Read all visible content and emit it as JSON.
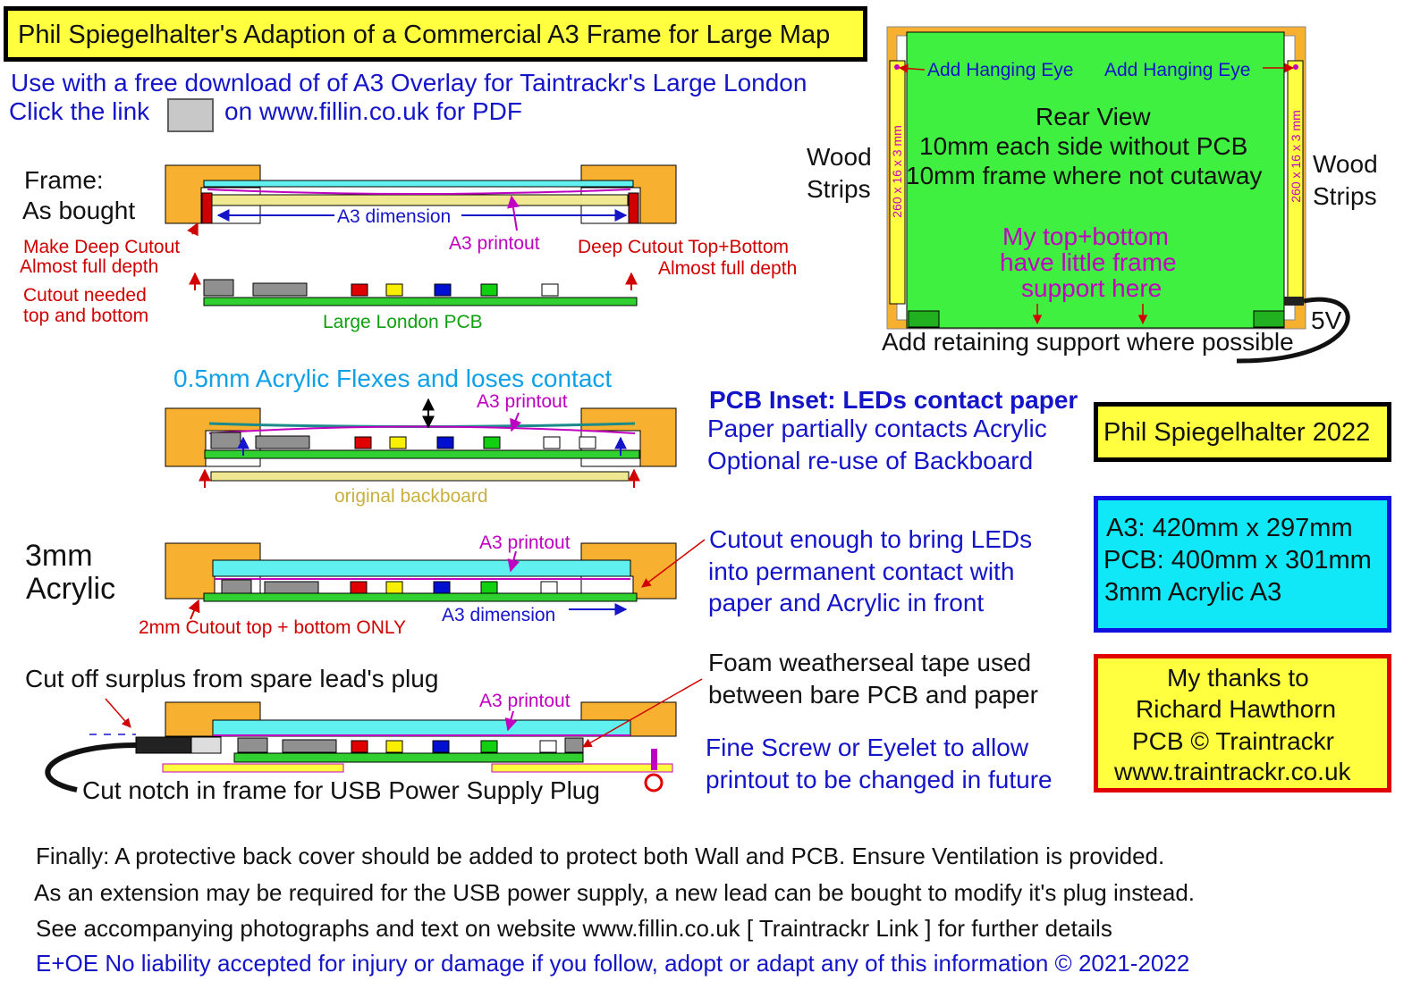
{
  "title": "Phil Spiegelhalter's Adaption of a Commercial A3 Frame for Large Map",
  "intro": {
    "line1": "Use with a free download of of A3 Overlay for Taintrackr's Large London",
    "line2a": "Click the link",
    "line2b": "on www.fillin.co.uk for PDF"
  },
  "section1": {
    "label_line1": "Frame:",
    "label_line2": "As bought",
    "a3_dimension": "A3 dimension",
    "a3_printout": "A3 printout",
    "cutout_left_1": "Make Deep Cutout",
    "cutout_left_2": "Almost full depth",
    "cutout_right_1": "Deep Cutout Top+Bottom",
    "cutout_right_2": "Almost full depth",
    "cutout_needed_1": "Cutout needed",
    "cutout_needed_2": "top and bottom",
    "pcb_label": "Large London PCB"
  },
  "section2": {
    "heading": "0.5mm Acrylic Flexes and loses contact",
    "a3_printout": "A3 printout",
    "backboard": "original backboard",
    "inset_heading": "PCB Inset: LEDs contact paper",
    "inset_line1": "Paper partially contacts Acrylic",
    "inset_line2": "Optional re-use of Backboard"
  },
  "section3": {
    "label_line1": "3mm",
    "label_line2": "Acrylic",
    "a3_printout": "A3 printout",
    "cutout_note": "2mm Cutout top + bottom   ONLY",
    "a3_dimension": "A3 dimension",
    "note_line1": "Cutout enough to bring LEDs",
    "note_line2": "into permanent contact with",
    "note_line3": "paper and Acrylic in front"
  },
  "section4": {
    "cut_off": "Cut off surplus  from spare lead's plug",
    "a3_printout": "A3 printout",
    "notch": "Cut notch in frame for USB Power Supply Plug",
    "foam_line1": "Foam weatherseal tape used",
    "foam_line2": "between bare PCB and paper",
    "screw_line1": "Fine Screw or Eyelet  to allow",
    "screw_line2": "printout to be changed in future"
  },
  "rear": {
    "wood_left_1": "Wood",
    "wood_left_2": "Strips",
    "wood_right_1": "Wood",
    "wood_right_2": "Strips",
    "eye_left": "Add Hanging Eye",
    "eye_right": "Add Hanging Eye",
    "strip_label": "260 x 16 x 3 mm",
    "rear_view": "Rear View",
    "rear_line2": "10mm each side without PCB",
    "rear_line3": "10mm frame where not cutaway",
    "support_1": "My  top+bottom",
    "support_2": "have little frame",
    "support_3": "support here",
    "voltage": "5V",
    "retain": "Add retaining support where possible"
  },
  "author_box": "Phil Spiegelhalter 2022",
  "spec_box": {
    "line1": "A3: 420mm x 297mm",
    "line2": "PCB: 400mm x 301mm",
    "line3": "3mm Acrylic A3"
  },
  "thanks_box": {
    "line1": "My thanks to",
    "line2": "Richard Hawthorn",
    "line3": "PCB © Traintrackr",
    "line4": "www.traintrackr.co.uk"
  },
  "footer": {
    "line1": "Finally:   A protective back cover should be added to protect both Wall and PCB. Ensure Ventilation is provided.",
    "line2": "As an extension may be required for the USB power supply, a new lead can be bought to modify it's plug instead.",
    "line3": "See accompanying photographs and text on website www.fillin.co.uk  [ Traintrackr Link ]  for further details",
    "line4": "E+OE No liability accepted for injury or damage if you follow, adopt or adapt any of this information  © 2021-2022"
  },
  "colors": {
    "frame_wood": "#f8b030",
    "pcb_green": "#30d030",
    "acrylic_cyan": "#60f0f0",
    "title_yellow": "#ffff40",
    "spec_cyan": "#10e8f8",
    "led_red": "#e00000",
    "led_yellow": "#f8f000",
    "led_blue": "#0010d0",
    "led_green": "#10d010"
  }
}
